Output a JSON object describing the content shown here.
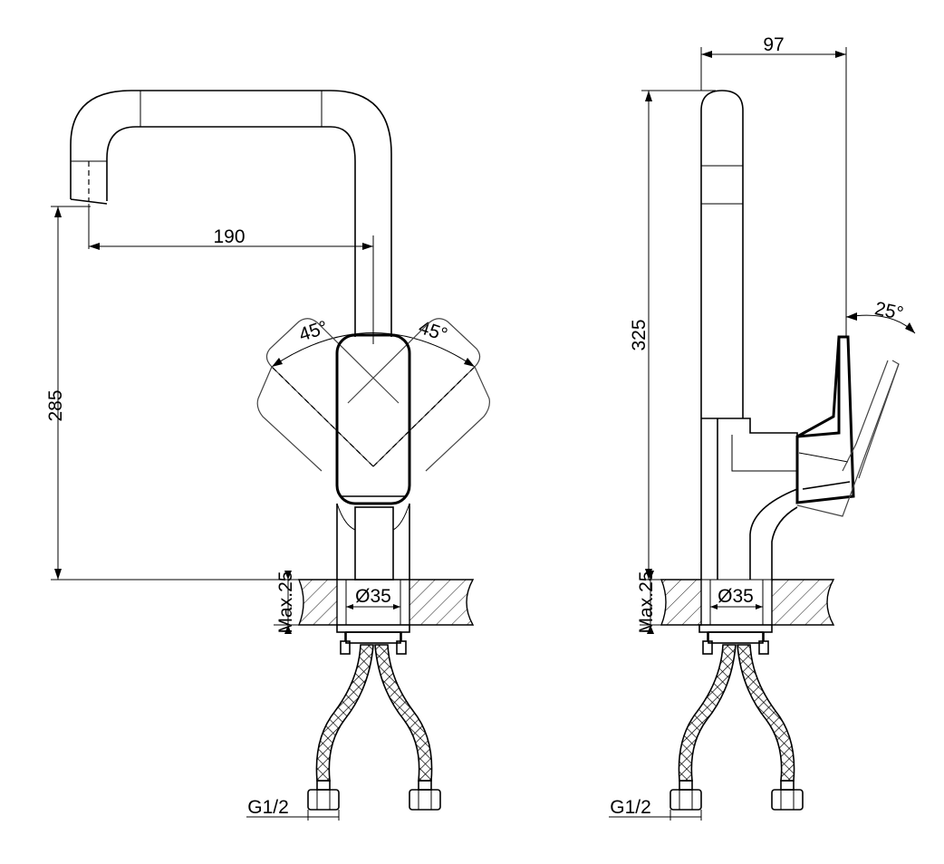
{
  "front_view": {
    "dim_spout_reach": "190",
    "dim_height_hidden": "285",
    "angle_left": "45°",
    "angle_right": "45°",
    "dim_mount_max": "Max.25",
    "dim_hole_diameter": "Ø35",
    "thread_label": "G1/2"
  },
  "side_view": {
    "dim_depth": "97",
    "dim_height": "325",
    "angle_lever": "25°",
    "dim_mount_max": "Max.25",
    "dim_hole_diameter": "Ø35",
    "thread_label": "G1/2"
  }
}
